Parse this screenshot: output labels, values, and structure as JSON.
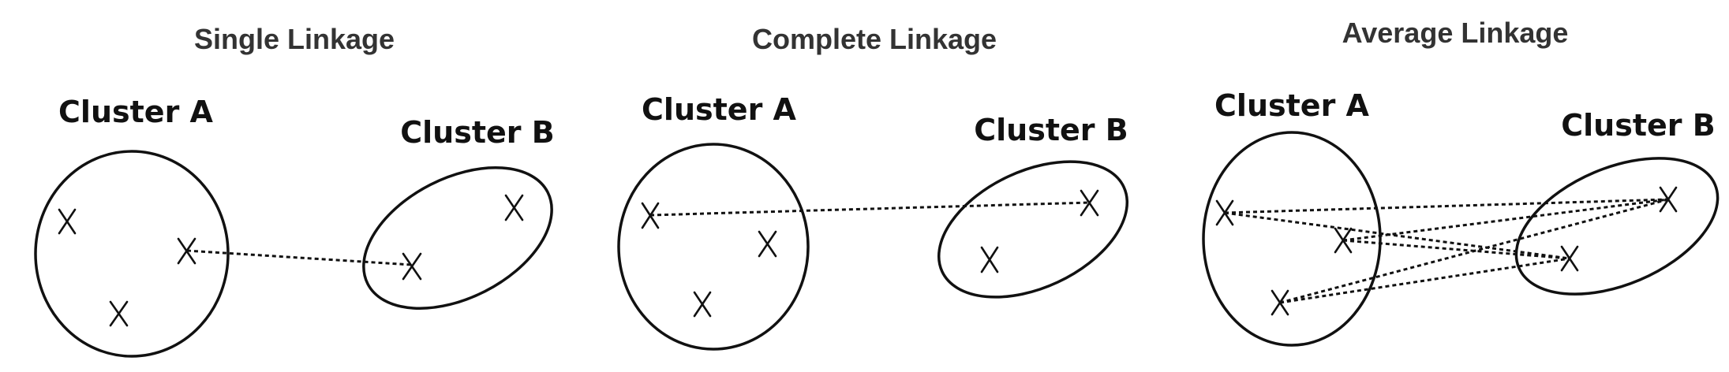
{
  "panels": [
    {
      "title": "Single Linkage",
      "cluster_a_label": "Cluster A",
      "cluster_b_label": "Cluster B",
      "point_glyph": "X",
      "link_style": "dashed",
      "links_shown": "single shortest link between nearest points"
    },
    {
      "title": "Complete Linkage",
      "cluster_a_label": "Cluster A",
      "cluster_b_label": "Cluster B",
      "point_glyph": "X",
      "link_style": "dashed",
      "links_shown": "single longest link between farthest points"
    },
    {
      "title": "Average Linkage",
      "cluster_a_label": "Cluster A",
      "cluster_b_label": "Cluster B",
      "point_glyph": "X",
      "link_style": "dashed",
      "links_shown": "all pairwise links between points"
    }
  ],
  "colors": {
    "title": "#333333",
    "ink": "#111111",
    "background": "#ffffff"
  }
}
